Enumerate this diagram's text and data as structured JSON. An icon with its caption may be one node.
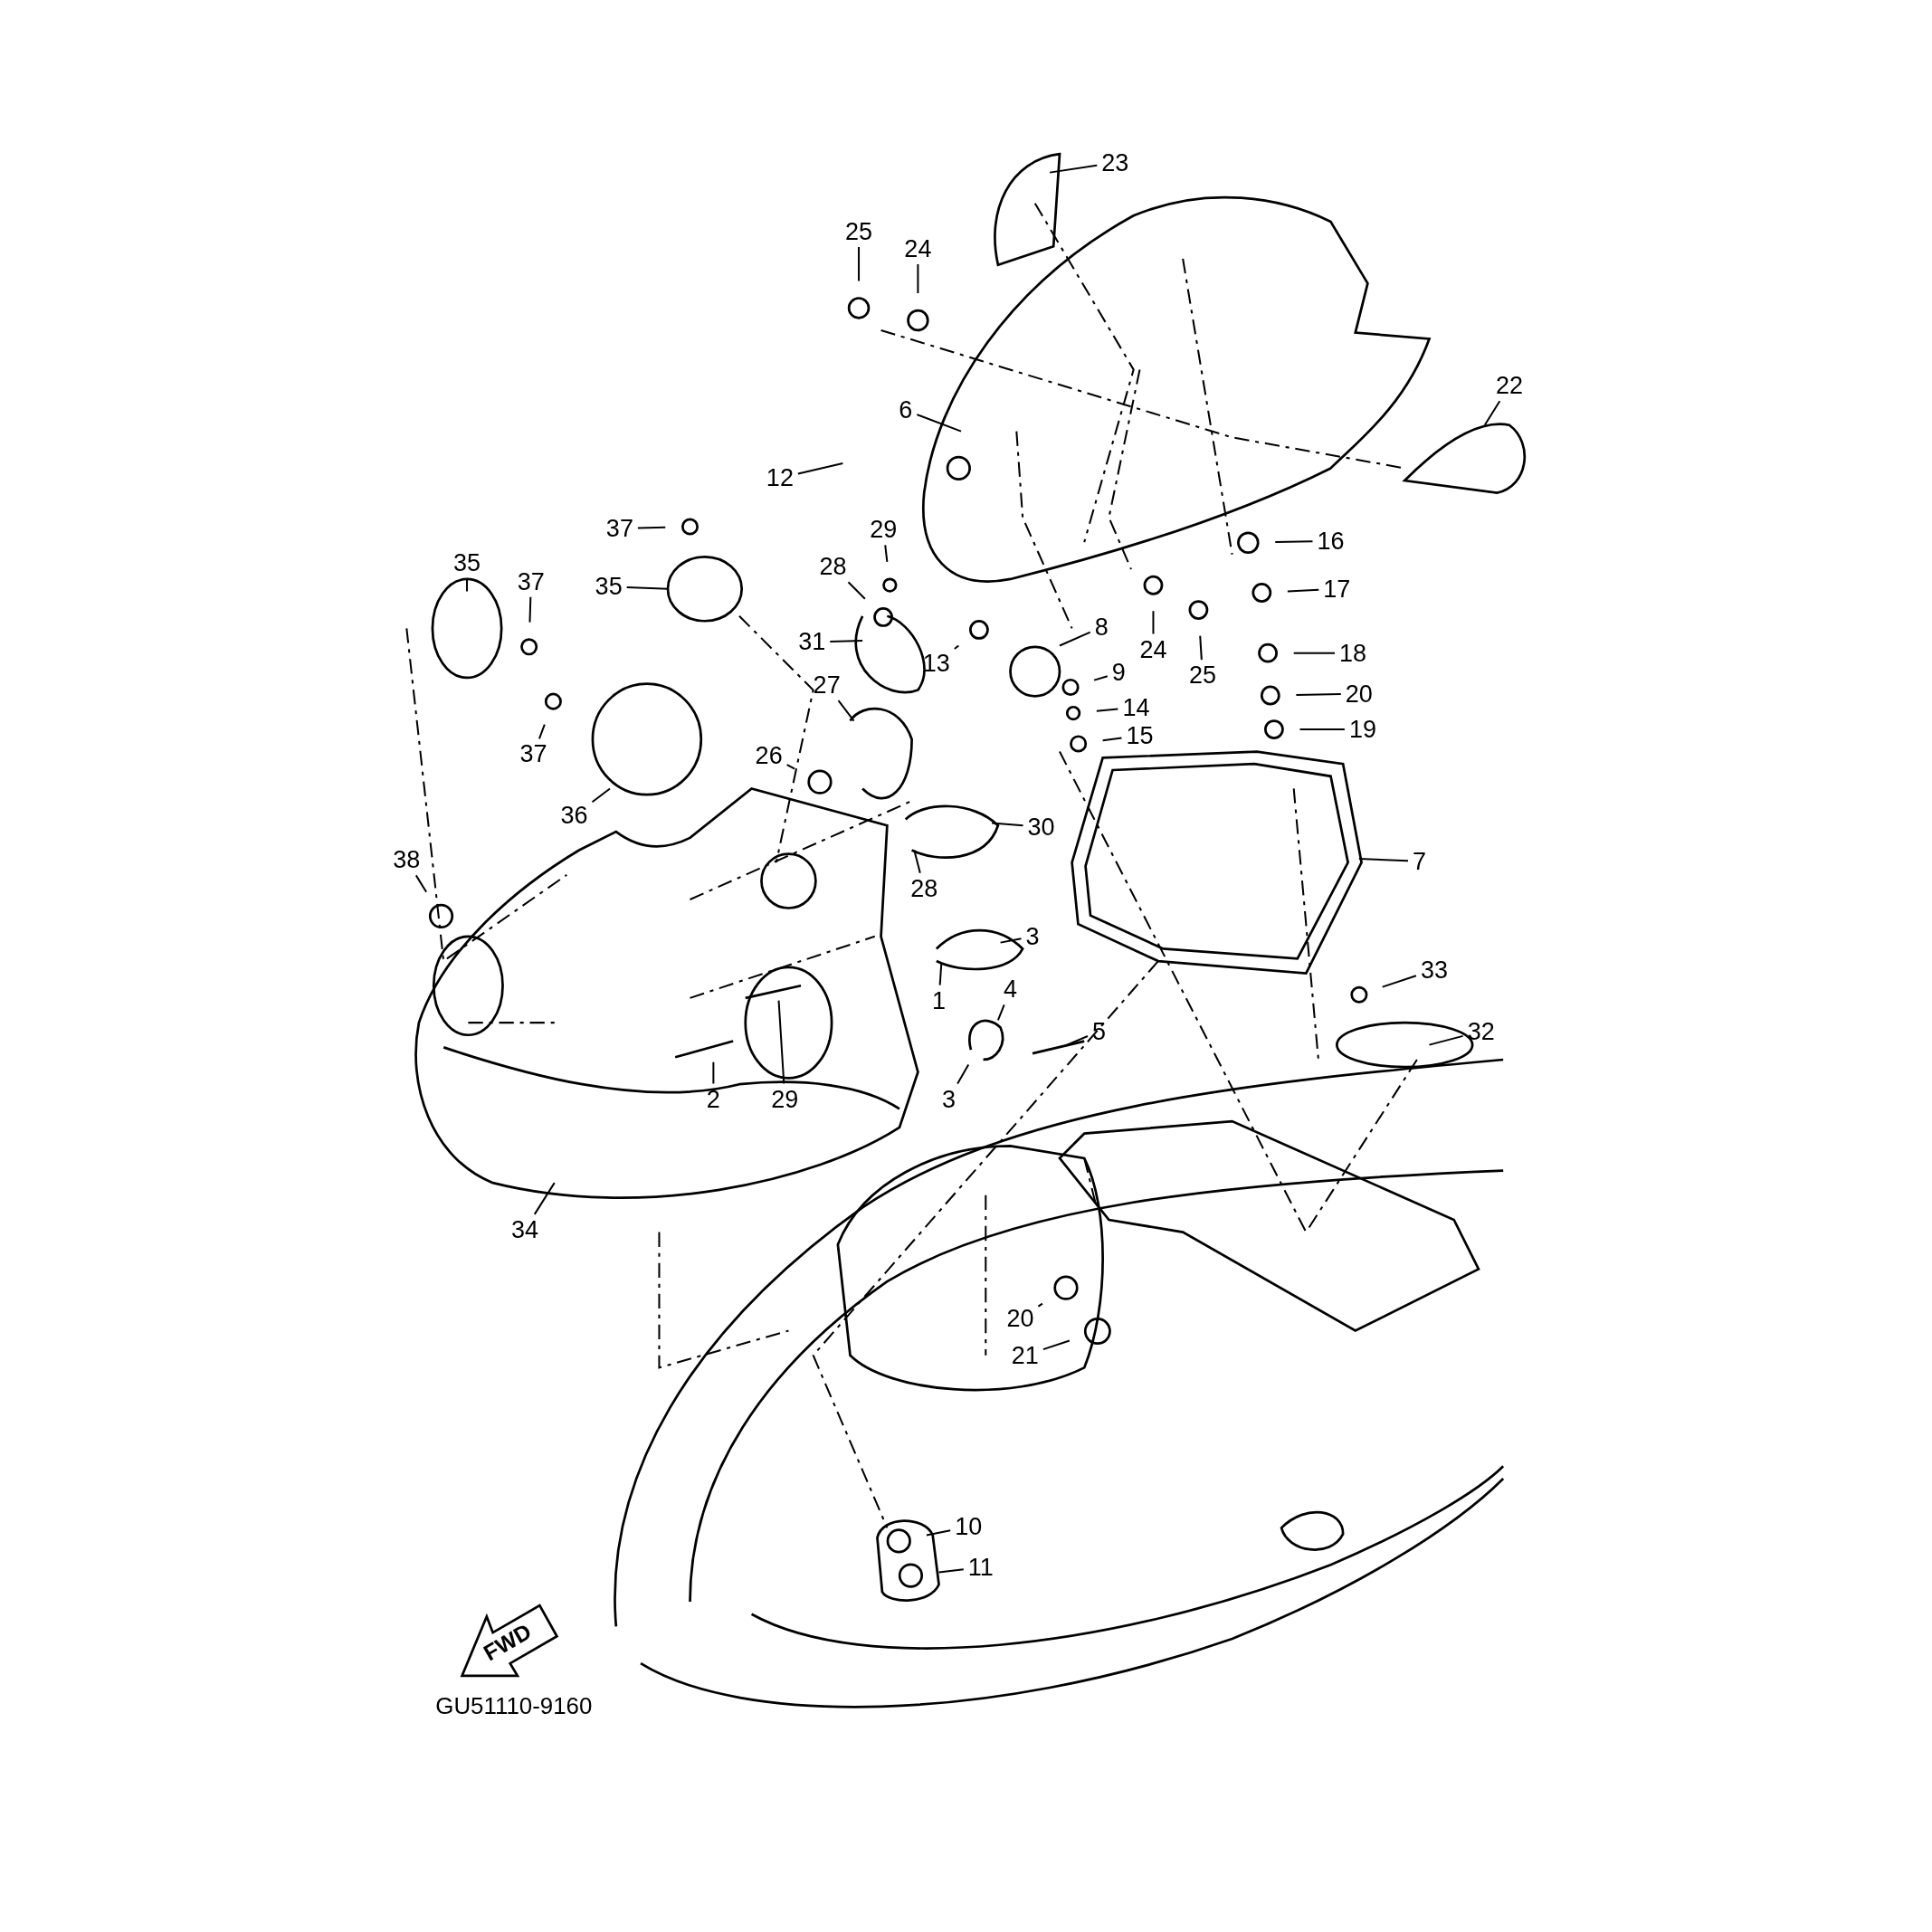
{
  "diagram": {
    "nodes": [
      {
        "text": [
          "23"
        ]
      },
      {
        "text": [
          "25"
        ]
      },
      {
        "text": [
          "24"
        ]
      },
      {
        "text": [
          "22"
        ]
      },
      {
        "text": [
          "6"
        ]
      },
      {
        "text": [
          "12"
        ]
      },
      {
        "text": [
          "37"
        ]
      },
      {
        "text": [
          "29"
        ]
      },
      {
        "text": [
          "35"
        ]
      },
      {
        "text": [
          "37"
        ]
      },
      {
        "text": [
          "35"
        ]
      },
      {
        "text": [
          "28"
        ]
      },
      {
        "text": [
          "16"
        ]
      },
      {
        "text": [
          "31"
        ]
      },
      {
        "text": [
          "13"
        ]
      },
      {
        "text": [
          "8"
        ]
      },
      {
        "text": [
          "17"
        ]
      },
      {
        "text": [
          "24"
        ]
      },
      {
        "text": [
          "25"
        ]
      },
      {
        "text": [
          "18"
        ]
      },
      {
        "text": [
          "9"
        ]
      },
      {
        "text": [
          "37"
        ]
      },
      {
        "text": [
          "14"
        ]
      },
      {
        "text": [
          "27"
        ]
      },
      {
        "text": [
          "20"
        ]
      },
      {
        "text": [
          "15"
        ]
      },
      {
        "text": [
          "19"
        ]
      },
      {
        "text": [
          "26"
        ]
      },
      {
        "text": [
          "36"
        ]
      },
      {
        "text": [
          "30"
        ]
      },
      {
        "text": [
          "7"
        ]
      },
      {
        "text": [
          "38"
        ]
      },
      {
        "text": [
          "28"
        ]
      },
      {
        "text": [
          "3"
        ]
      },
      {
        "text": [
          "1"
        ]
      },
      {
        "text": [
          "4"
        ]
      },
      {
        "text": [
          "33"
        ]
      },
      {
        "text": [
          "5"
        ]
      },
      {
        "text": [
          "32"
        ]
      },
      {
        "text": [
          "2"
        ]
      },
      {
        "text": [
          "29"
        ]
      },
      {
        "text": [
          "3"
        ]
      },
      {
        "text": [
          "34"
        ]
      },
      {
        "text": [
          "20"
        ]
      },
      {
        "text": [
          "21"
        ]
      },
      {
        "text": [
          "10"
        ]
      },
      {
        "text": [
          "11"
        ]
      }
    ],
    "edges": [
      {
        "from": 0,
        "to": null,
        "arrow": "none"
      },
      {
        "from": 1,
        "to": null,
        "arrow": "none"
      },
      {
        "from": 2,
        "to": null,
        "arrow": "none"
      },
      {
        "from": 3,
        "to": null,
        "arrow": "none"
      },
      {
        "from": 4,
        "to": null,
        "arrow": "none"
      },
      {
        "from": 5,
        "to": null,
        "arrow": "none"
      },
      {
        "from": 6,
        "to": null,
        "arrow": "none"
      },
      {
        "from": 7,
        "to": null,
        "arrow": "none"
      },
      {
        "from": 8,
        "to": null,
        "arrow": "none"
      },
      {
        "from": 9,
        "to": null,
        "arrow": "none"
      },
      {
        "from": 10,
        "to": null,
        "arrow": "none"
      },
      {
        "from": 11,
        "to": null,
        "arrow": "none"
      },
      {
        "from": 12,
        "to": null,
        "arrow": "none"
      },
      {
        "from": 13,
        "to": null,
        "arrow": "none"
      },
      {
        "from": 14,
        "to": null,
        "arrow": "none"
      },
      {
        "from": 15,
        "to": null,
        "arrow": "none"
      },
      {
        "from": 16,
        "to": null,
        "arrow": "none"
      },
      {
        "from": 17,
        "to": null,
        "arrow": "none"
      },
      {
        "from": 18,
        "to": null,
        "arrow": "none"
      },
      {
        "from": 19,
        "to": null,
        "arrow": "none"
      },
      {
        "from": 20,
        "to": null,
        "arrow": "none"
      },
      {
        "from": 21,
        "to": null,
        "arrow": "none"
      },
      {
        "from": 22,
        "to": null,
        "arrow": "none"
      },
      {
        "from": 23,
        "to": null,
        "arrow": "none"
      },
      {
        "from": 24,
        "to": null,
        "arrow": "none"
      },
      {
        "from": 25,
        "to": null,
        "arrow": "none"
      },
      {
        "from": 26,
        "to": null,
        "arrow": "none"
      },
      {
        "from": 27,
        "to": null,
        "arrow": "none"
      },
      {
        "from": 28,
        "to": null,
        "arrow": "none"
      },
      {
        "from": 29,
        "to": null,
        "arrow": "none"
      },
      {
        "from": 30,
        "to": null,
        "arrow": "none"
      },
      {
        "from": 31,
        "to": null,
        "arrow": "none"
      },
      {
        "from": 32,
        "to": null,
        "arrow": "none"
      },
      {
        "from": 33,
        "to": null,
        "arrow": "none"
      },
      {
        "from": 34,
        "to": null,
        "arrow": "none"
      },
      {
        "from": 35,
        "to": null,
        "arrow": "none"
      },
      {
        "from": 36,
        "to": null,
        "arrow": "none"
      },
      {
        "from": 37,
        "to": null,
        "arrow": "none"
      },
      {
        "from": 38,
        "to": null,
        "arrow": "none"
      },
      {
        "from": 39,
        "to": null,
        "arrow": "none"
      },
      {
        "from": 40,
        "to": null,
        "arrow": "none"
      },
      {
        "from": 41,
        "to": null,
        "arrow": "none"
      },
      {
        "from": 42,
        "to": null,
        "arrow": "none"
      },
      {
        "from": 43,
        "to": null,
        "arrow": "none"
      },
      {
        "from": 44,
        "to": null,
        "arrow": "none"
      },
      {
        "from": 45,
        "to": null,
        "arrow": "none"
      },
      {
        "from": 46,
        "to": null,
        "arrow": "none"
      }
    ],
    "labels": [
      "FWD",
      "GU51110-9160"
    ]
  }
}
